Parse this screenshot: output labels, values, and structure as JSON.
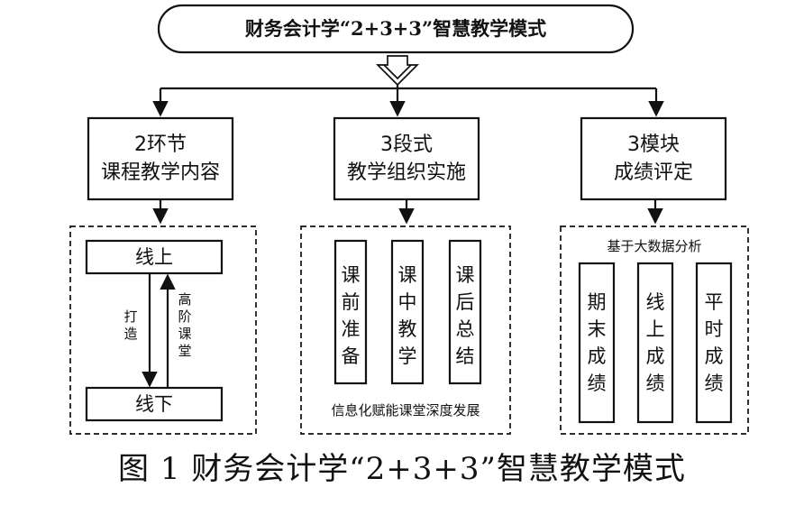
{
  "title": "财务会计学“2+3+3”智慧教学模式",
  "columns": [
    {
      "header_line1": "2环节",
      "header_line2": "课程教学内容",
      "top_box": "线上",
      "bottom_box": "线下",
      "down_label": [
        "打",
        "造"
      ],
      "up_label": [
        "高",
        "阶",
        "课",
        "堂"
      ]
    },
    {
      "header_line1": "3段式",
      "header_line2": "教学组织实施",
      "stages": [
        [
          "课",
          "前",
          "准",
          "备"
        ],
        [
          "课",
          "中",
          "教",
          "学"
        ],
        [
          "课",
          "后",
          "总",
          "结"
        ]
      ],
      "footer": "信息化赋能课堂深度发展"
    },
    {
      "header_line1": "3模块",
      "header_line2": "成绩评定",
      "section_title": "基于大数据分析",
      "modules": [
        [
          "期",
          "末",
          "成",
          "绩"
        ],
        [
          "线",
          "上",
          "成",
          "绩"
        ],
        [
          "平",
          "时",
          "成",
          "绩"
        ]
      ]
    }
  ],
  "caption": "图 1   财务会计学“2+3+3”智慧教学模式"
}
